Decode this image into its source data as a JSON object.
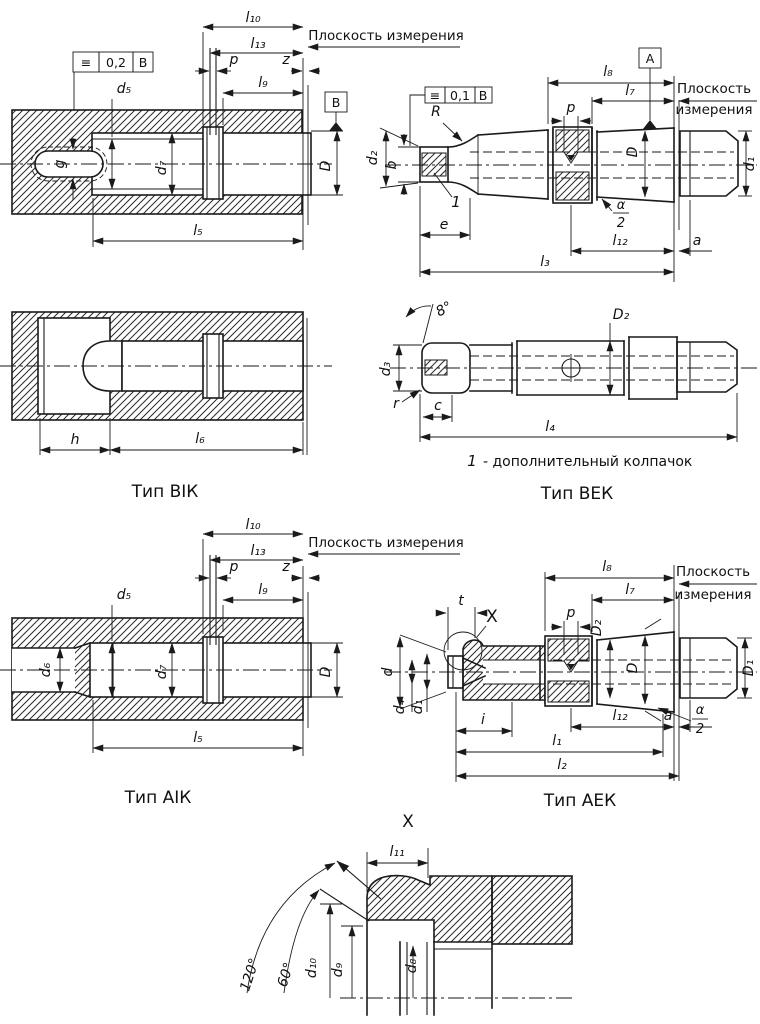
{
  "drawing": {
    "captions": {
      "vik": "Тип ВІК",
      "vek": "Тип ВЕК",
      "aik": "Тип АІК",
      "aek": "Тип АЕК"
    },
    "note_ref": "1",
    "note_text": "- дополнительный колпачок",
    "plane_single": "Плоскость измерения",
    "plane_l1": "Плоскость",
    "plane_l2": "измерения",
    "datum_a": "А",
    "datum_b": "В",
    "tol": {
      "sym": "≡",
      "v02": "0,2",
      "v01": "0,1"
    },
    "detail_title": "X",
    "dims": {
      "l1": "l₁",
      "l2": "l₂",
      "l3": "l₃",
      "l4": "l₄",
      "l5": "l₅",
      "l6": "l₆",
      "l7": "l₇",
      "l8": "l₈",
      "l9": "l₉",
      "l10": "l₁₀",
      "l11": "l₁₁",
      "l12": "l₁₂",
      "l13": "l₁₃",
      "d": "d",
      "d1": "d₁",
      "d2": "d₂",
      "d3": "d₃",
      "d4": "d₄",
      "d5": "d₅",
      "d6": "d₆",
      "d7": "d₇",
      "d8": "d₈",
      "d9": "d₉",
      "d10": "d₁₀",
      "D": "D",
      "D1": "D₁",
      "D2": "D₂",
      "p": "p",
      "z": "z",
      "g": "g",
      "h": "h",
      "e": "e",
      "a": "a",
      "b": "b",
      "c": "c",
      "r": "r",
      "i": "i",
      "t": "t",
      "R": "R",
      "deg8": "8°",
      "deg60": "60°",
      "deg120": "120°",
      "alpha": "α",
      "two": "2"
    }
  }
}
